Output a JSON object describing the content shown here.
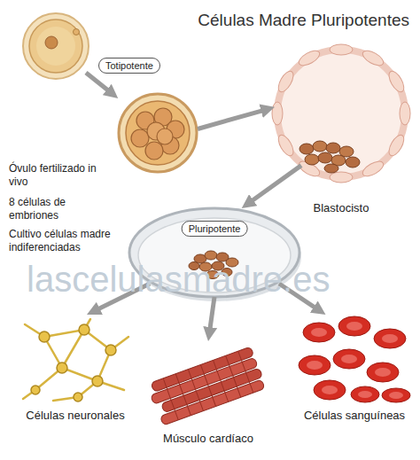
{
  "diagram": {
    "title": "Células Madre Pluripotentes",
    "nodes": [
      {
        "text": [
          "Totipotente"
        ]
      },
      {
        "text": [
          "Blastocisto"
        ]
      },
      {
        "text": [
          "Pluripotente"
        ]
      },
      {
        "text": [
          "Células neuronales"
        ]
      },
      {
        "text": [
          "Músculo cardíaco"
        ]
      },
      {
        "text": [
          "Células sanguíneas"
        ]
      }
    ],
    "edges": [
      {
        "from": 0,
        "to": 1,
        "arrow": "to"
      },
      {
        "from": 1,
        "to": 2,
        "arrow": "to"
      },
      {
        "from": 2,
        "to": 3,
        "arrow": "to"
      },
      {
        "from": 2,
        "to": 4,
        "arrow": "to"
      },
      {
        "from": 2,
        "to": 5,
        "arrow": "to"
      }
    ],
    "labels": [
      "Óvulo fertilizado in vivo",
      "8 células de embriones",
      "Cultivo células madre indiferenciadas",
      "lascelulasmadre.es"
    ]
  }
}
